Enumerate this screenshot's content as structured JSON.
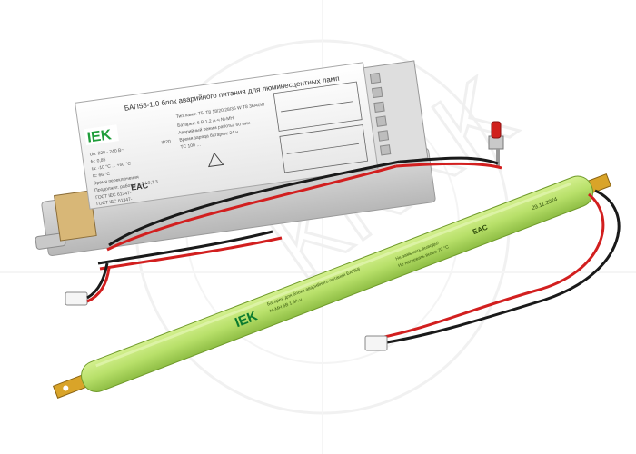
{
  "product": {
    "ballast": {
      "brand": "IEK",
      "title": "БАП58-1.0 блок аварийного питания для люминесцентных ламп",
      "left_specs": [
        "Uн: 220 - 240 В~",
        "fн: 0,85",
        "ta: -10 °С ... +50 °С",
        "tс: 66 °С",
        "Время переключения",
        "Продолжит. работы: 0,5 / 0,7 3"
      ],
      "right_specs": [
        "Тип ламп: T5, T8 18/20/28/35 W T8 36/40W",
        "Батарея: 6 В  1,2 А·ч  Ni-MH",
        "Аварийный режим работы: 60 мин",
        "Время заряда батареи: 24 ч",
        "TC 100 …"
      ],
      "standards": [
        "ГОСТ IEC 61347-",
        "ГОСТ IEC 61347-"
      ],
      "cert_mark": "EAC",
      "ip_rating": "IP20"
    },
    "battery": {
      "brand": "IEK",
      "date_label": "29.11.2024",
      "cert_mark": "EAC",
      "lines": [
        "Батарея для блока аварийного питания БАП58",
        "Ni-MH   6В   1,5А·ч",
        "Не замыкать выводы!",
        "Не нагревать выше 70 °С"
      ]
    }
  },
  "watermark": {
    "text": "KKKK",
    "color": "#e8e8e8"
  },
  "colors": {
    "battery_green": "#b8e06a",
    "ballast_body": "#f3f3f3",
    "brand_green": "#1f9d3a",
    "wire_red": "#d21f1f",
    "wire_black": "#1a1a1a"
  }
}
